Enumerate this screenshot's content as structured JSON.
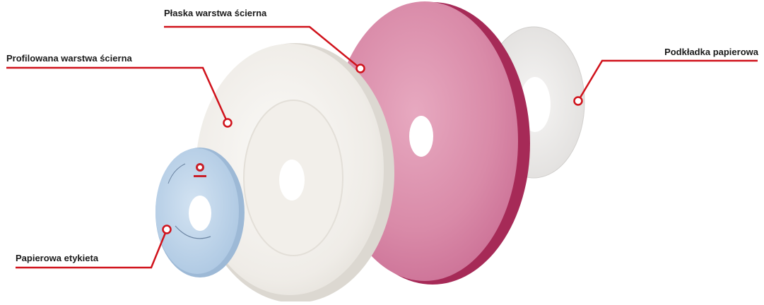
{
  "labels": {
    "flat_layer": "Płaska warstwa ścierna",
    "profiled_layer": "Profilowana warstwa ścierna",
    "paper_washer": "Podkładka papierowa",
    "paper_label": "Papierowa etykieta"
  },
  "colors": {
    "callout_red": "#d0121b",
    "pink_disc": "#d98aa8",
    "pink_disc_edge": "#b0305c",
    "white_disc": "#f0ede8",
    "blue_label": "#bcd3ea",
    "paper_washer": "#ecebea"
  }
}
